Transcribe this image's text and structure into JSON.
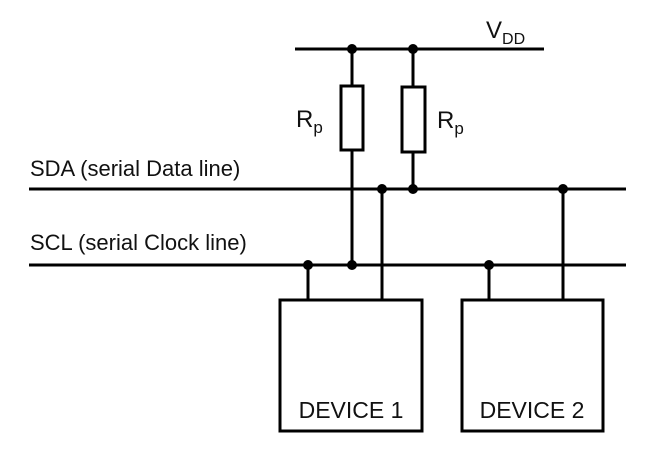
{
  "diagram": {
    "title": "I2C bus with pull-up resistors",
    "supply": {
      "label": "V",
      "subscript": "DD"
    },
    "resistors": [
      {
        "label": "R",
        "subscript": "p",
        "connects_to": "SCL"
      },
      {
        "label": "R",
        "subscript": "p",
        "connects_to": "SDA"
      }
    ],
    "lines": {
      "sda": {
        "label": "SDA (serial Data line)"
      },
      "scl": {
        "label": "SCL (serial Clock line)"
      }
    },
    "devices": [
      {
        "label": "DEVICE 1",
        "connections": [
          "SCL",
          "SDA"
        ]
      },
      {
        "label": "DEVICE 2",
        "connections": [
          "SCL",
          "SDA"
        ]
      }
    ],
    "colors": {
      "stroke": "#000000",
      "background": "#ffffff"
    }
  }
}
